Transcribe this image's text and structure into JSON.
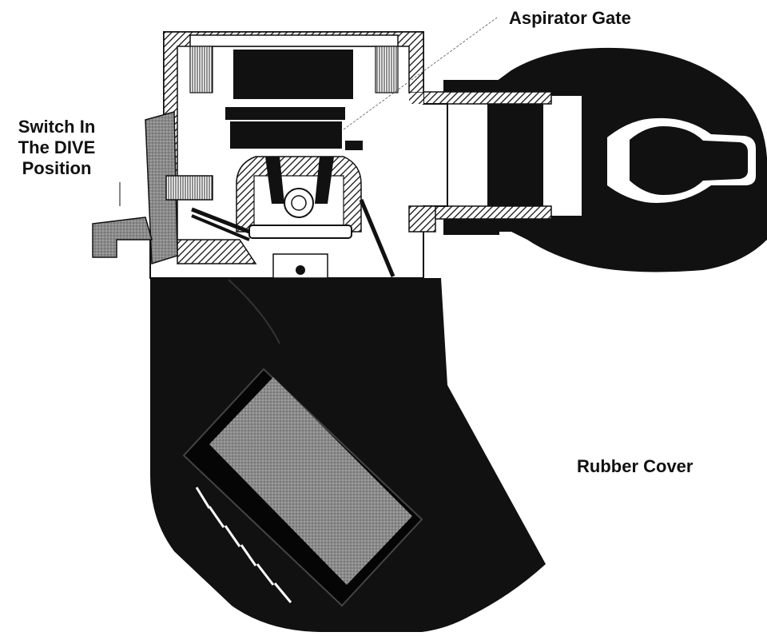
{
  "labels": {
    "aspirator_gate": "Aspirator Gate",
    "switch_line1": "Switch In",
    "switch_line2": "The DIVE",
    "switch_line3": "Position",
    "rubber_cover": "Rubber Cover"
  }
}
